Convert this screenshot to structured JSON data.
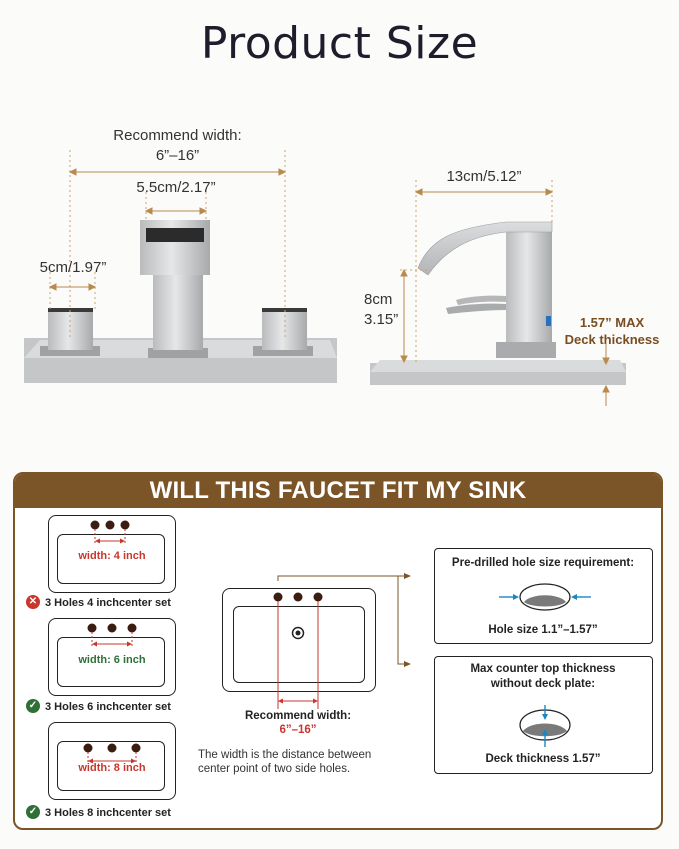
{
  "title": "Product Size",
  "top": {
    "recommend_width_label": "Recommend width:",
    "recommend_width_value": "6”–16”",
    "spout_width": "5.5cm/2.17”",
    "handle_width": "5cm/1.97”",
    "reach": "13cm/5.12”",
    "height_cm": "8cm",
    "height_in": "3.15”",
    "deck_thickness_line1": "1.57” MAX",
    "deck_thickness_line2": "Deck thickness"
  },
  "panel": {
    "header": "WILL THIS FAUCET FIT MY SINK",
    "sinks": [
      {
        "width_label": "width: 4 inch",
        "caption": "3 Holes 4 inchcenter set",
        "fits": false
      },
      {
        "width_label": "width: 6 inch",
        "caption": "3 Holes 6 inchcenter set",
        "fits": true
      },
      {
        "width_label": "width: 8 inch",
        "caption": "3 Holes 8 inchcenter set",
        "fits": true
      }
    ],
    "center_recommend_label": "Recommend width:",
    "center_recommend_value": "6”–16”",
    "note_line1": "The width is the distance between",
    "note_line2": "center point of two side holes.",
    "hole_box": {
      "title": "Pre-drilled hole size requirement:",
      "foot": "Hole size 1.1”–1.57”"
    },
    "thick_box": {
      "title_line1": "Max counter top thickness",
      "title_line2": "without deck plate:",
      "foot": "Deck thickness 1.57”"
    }
  },
  "colors": {
    "brown": "#7b5528",
    "red_accent": "#c8362c",
    "green_accent": "#2f6f38",
    "blue_accent": "#1a87c3"
  }
}
